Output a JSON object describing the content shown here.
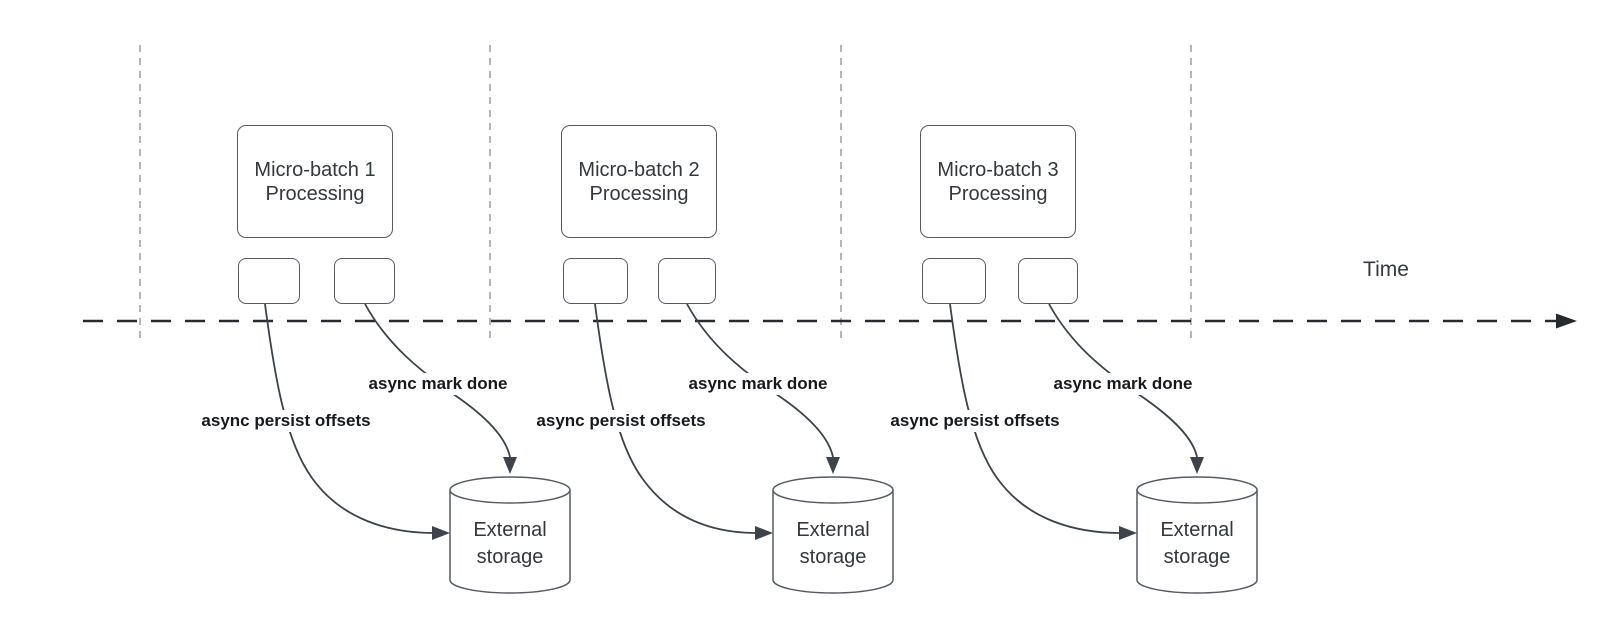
{
  "timeline": {
    "label": "Time"
  },
  "groups": [
    {
      "title_line1": "Micro-batch 1",
      "title_line2": "Processing",
      "persist_label": "async persist offsets",
      "mark_label": "async mark done",
      "storage_line1": "External",
      "storage_line2": "storage"
    },
    {
      "title_line1": "Micro-batch 2",
      "title_line2": "Processing",
      "persist_label": "async persist offsets",
      "mark_label": "async mark done",
      "storage_line1": "External",
      "storage_line2": "storage"
    },
    {
      "title_line1": "Micro-batch 3",
      "title_line2": "Processing",
      "persist_label": "async persist offsets",
      "mark_label": "async mark done",
      "storage_line1": "External",
      "storage_line2": "storage"
    }
  ],
  "colors": {
    "background": "#ffffff",
    "shape_stroke": "#555b63",
    "shape_text": "#33383e",
    "flow_label_text": "#16191d",
    "curve_stroke": "#3c434b",
    "time_axis": "#26292e",
    "guide_line": "#b4b5b7"
  }
}
